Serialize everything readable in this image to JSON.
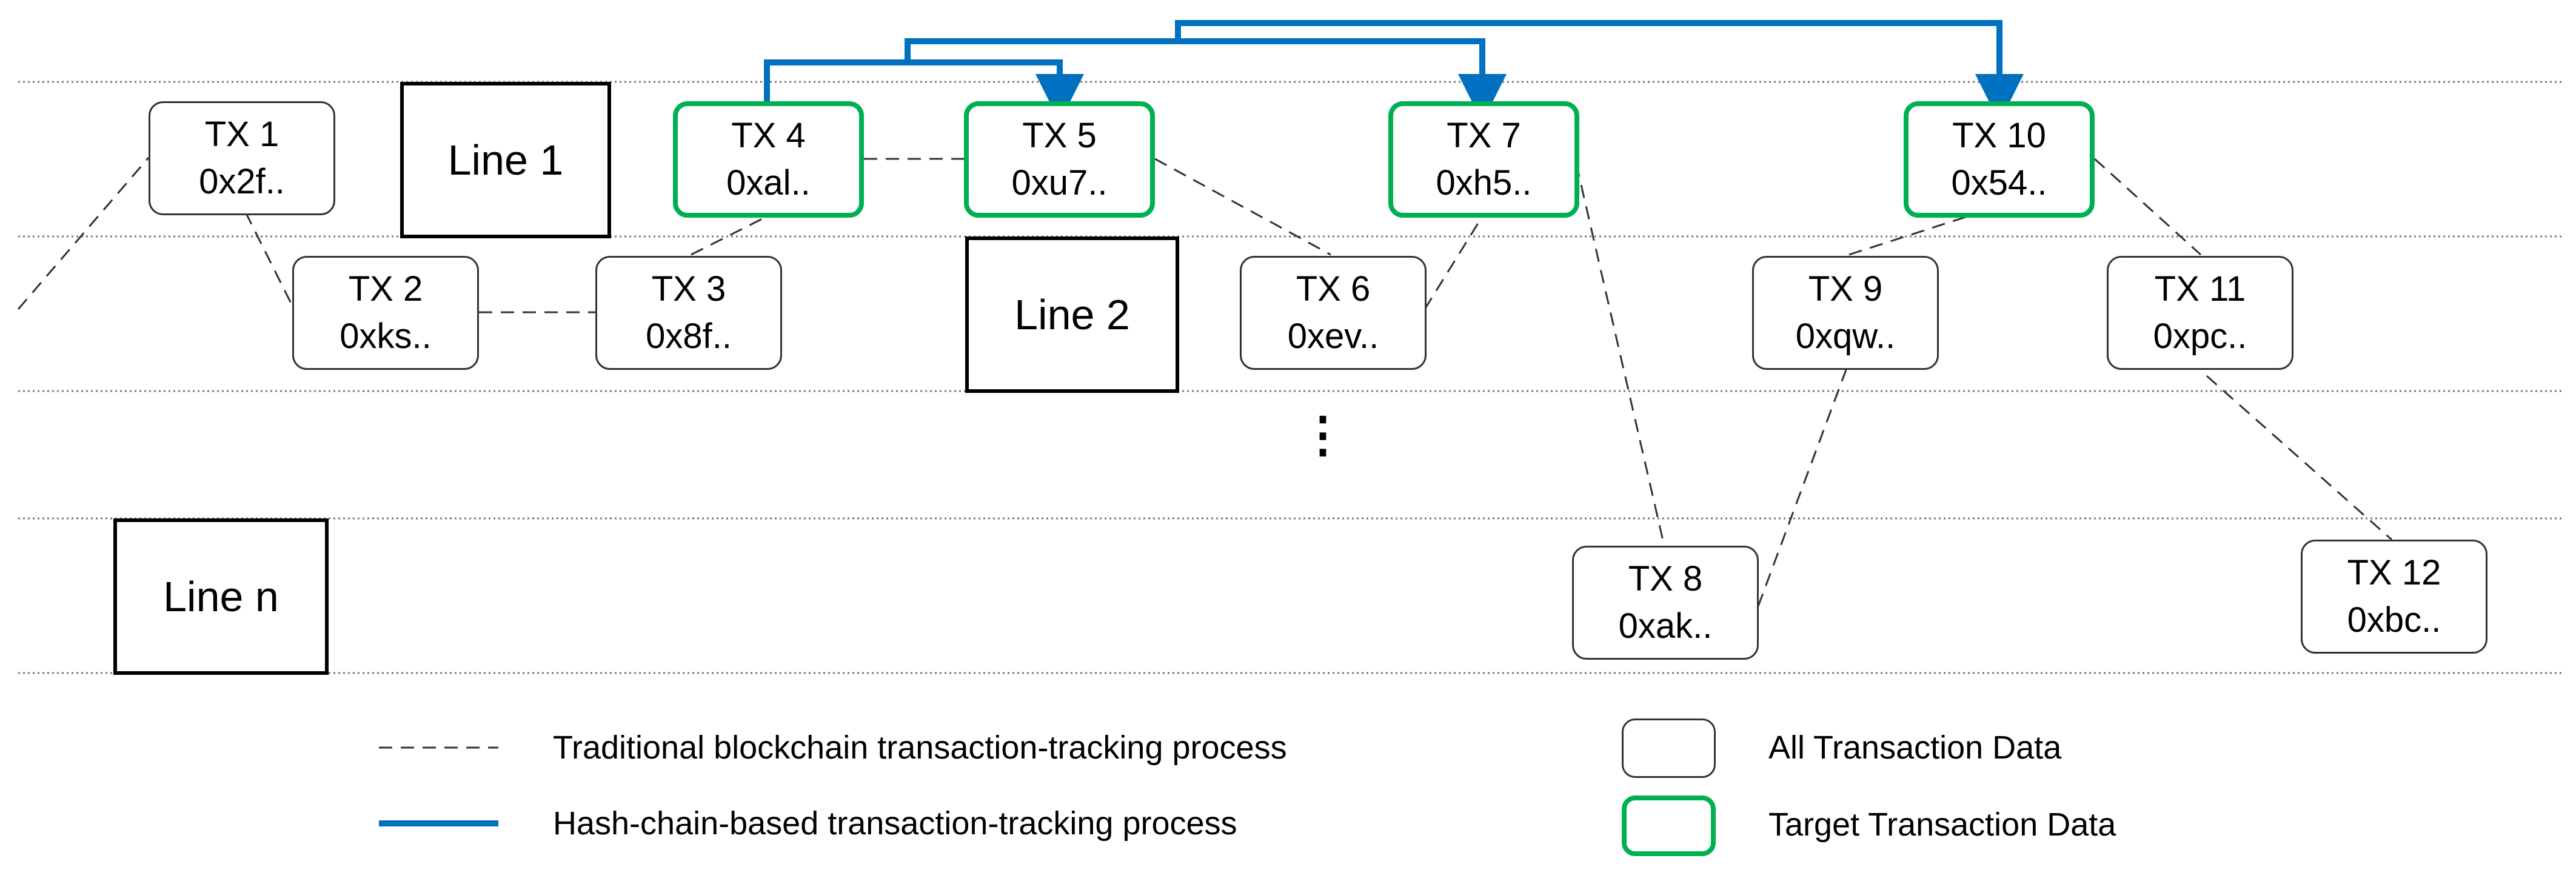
{
  "lines": {
    "line1": "Line 1",
    "line2": "Line 2",
    "linen": "Line n"
  },
  "continuation": "⋮",
  "transactions": [
    {
      "id": "tx1",
      "label": "TX 1",
      "hash": "0x2f..",
      "target": false
    },
    {
      "id": "tx2",
      "label": "TX 2",
      "hash": "0xks..",
      "target": false
    },
    {
      "id": "tx3",
      "label": "TX 3",
      "hash": "0x8f..",
      "target": false
    },
    {
      "id": "tx4",
      "label": "TX 4",
      "hash": "0xal..",
      "target": true
    },
    {
      "id": "tx5",
      "label": "TX 5",
      "hash": "0xu7..",
      "target": true
    },
    {
      "id": "tx6",
      "label": "TX 6",
      "hash": "0xev..",
      "target": false
    },
    {
      "id": "tx7",
      "label": "TX 7",
      "hash": "0xh5..",
      "target": true
    },
    {
      "id": "tx8",
      "label": "TX 8",
      "hash": "0xak..",
      "target": false
    },
    {
      "id": "tx9",
      "label": "TX 9",
      "hash": "0xqw..",
      "target": false
    },
    {
      "id": "tx10",
      "label": "TX 10",
      "hash": "0x54..",
      "target": true
    },
    {
      "id": "tx11",
      "label": "TX 11",
      "hash": "0xpc..",
      "target": false
    },
    {
      "id": "tx12",
      "label": "TX 12",
      "hash": "0xbc..",
      "target": false
    }
  ],
  "legend": {
    "traditional": "Traditional blockchain transaction-tracking process",
    "hashchain": "Hash-chain-based transaction-tracking process",
    "all": "All Transaction Data",
    "target": "Target Transaction Data"
  },
  "colors": {
    "hash_chain": "#0070c0",
    "target_border": "#00b050",
    "box_border": "#333333"
  }
}
